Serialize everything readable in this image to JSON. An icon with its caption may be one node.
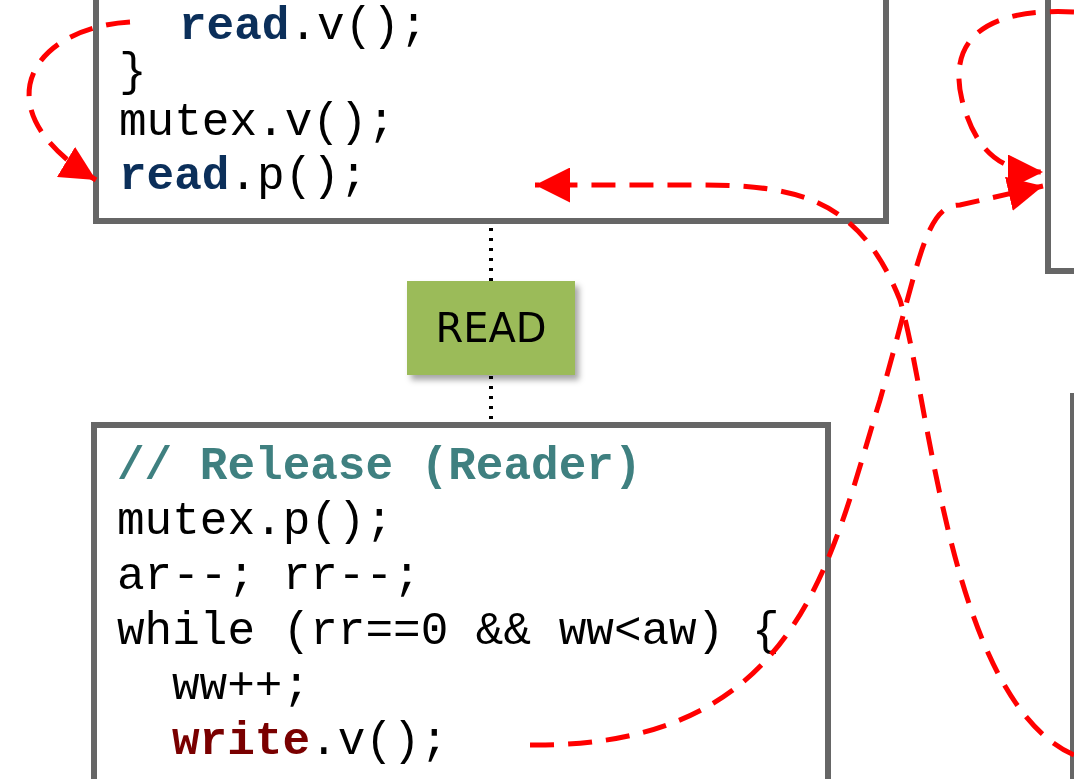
{
  "diagram": {
    "nodes": [
      {
        "text": [
          "**read**.v();",
          "}",
          "mutex.v();",
          "**read**.p();"
        ]
      },
      {
        "text": [
          "READ"
        ]
      },
      {
        "text": [
          "// Release (Reader)",
          "mutex.p();",
          "ar--; rr--;",
          "while (rr==0 && ww<aw) {",
          "ww++;",
          "**write**.v();"
        ]
      },
      {
        "text": [],
        "shape": "box"
      },
      {
        "text": [],
        "shape": "box"
      }
    ],
    "edges": [
      {
        "from": 0,
        "to": 0,
        "arrow": "to",
        "style": "dashed"
      },
      {
        "from": 0,
        "to": 1,
        "arrow": "none",
        "style": "dashed",
        "color": "#000000"
      },
      {
        "from": 1,
        "to": 2,
        "arrow": "none",
        "style": "dashed",
        "color": "#000000"
      },
      {
        "from": 2,
        "to": 3,
        "arrow": "to",
        "style": "dashed"
      },
      {
        "from": 4,
        "to": 0,
        "arrow": "to",
        "style": "dashed"
      },
      {
        "from": 3,
        "to": 3,
        "arrow": "to",
        "style": "dashed"
      }
    ]
  }
}
